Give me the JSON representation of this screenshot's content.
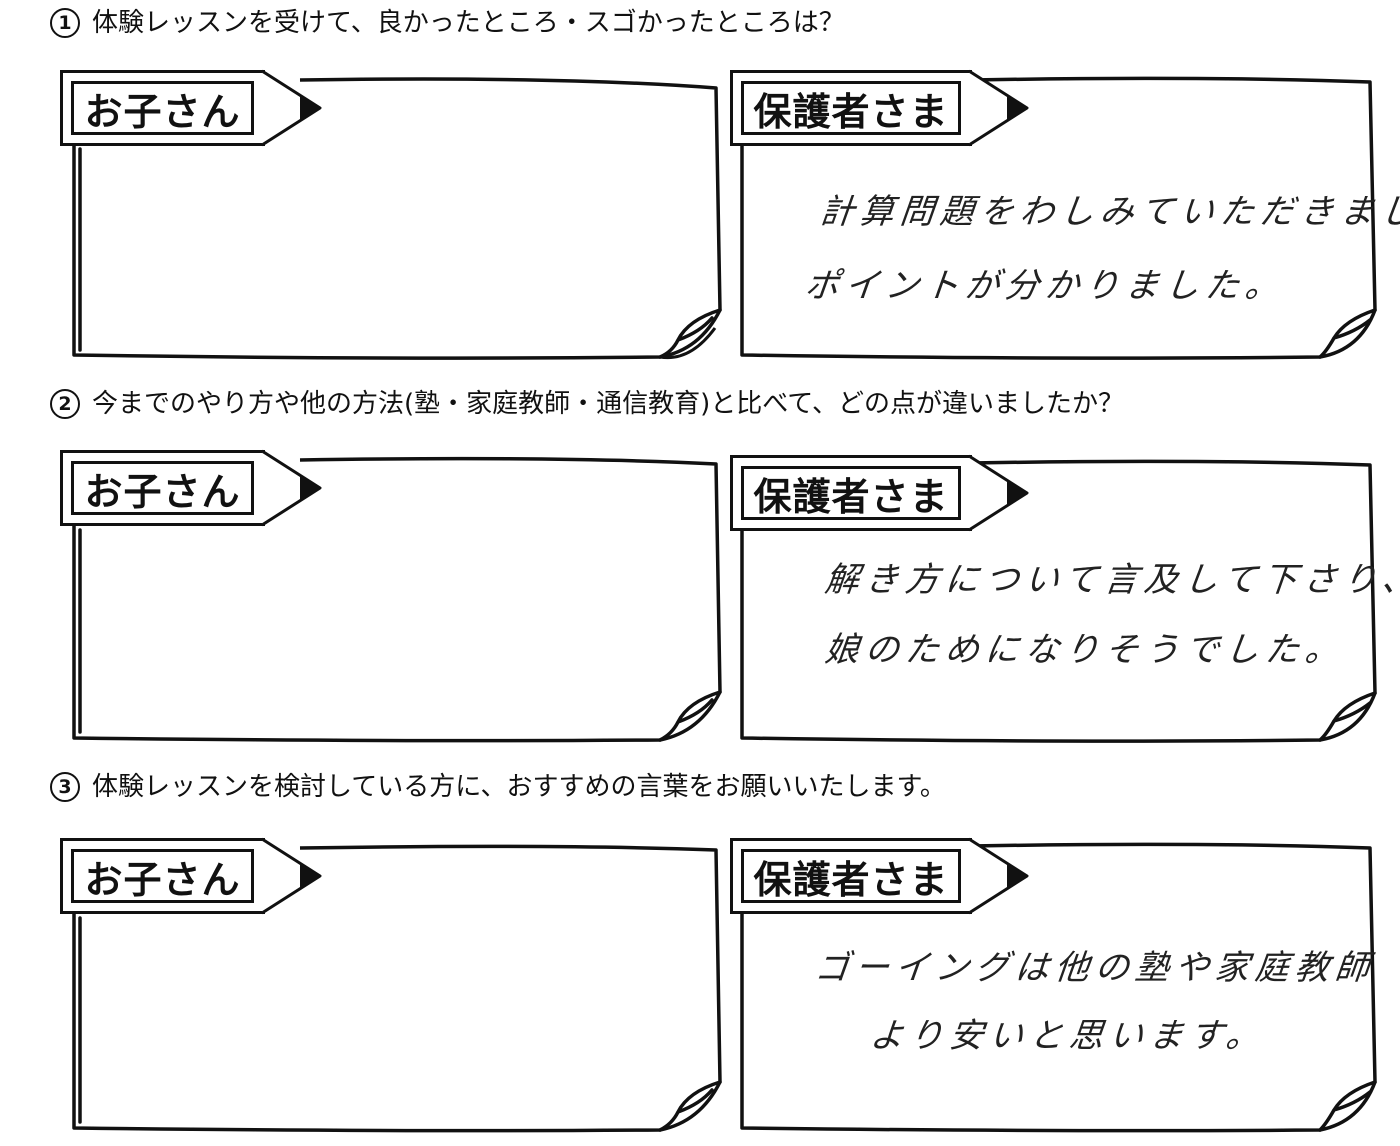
{
  "questions": [
    {
      "number": "1",
      "text": "体験レッスンを受けて、良かったところ・スゴかったところは？",
      "child_label": "お子さん",
      "parent_label": "保護者さま",
      "child_answer": [],
      "parent_answer": [
        "計算問題をわしみていただきました",
        "ポイントが分かりました。"
      ]
    },
    {
      "number": "2",
      "text": "今までのやり方や他の方法(塾・家庭教師・通信教育)と比べて、どの点が違いましたか？",
      "child_label": "お子さん",
      "parent_label": "保護者さま",
      "child_answer": [],
      "parent_answer": [
        "解き方について言及して下さり、",
        "娘のためになりそうでした。"
      ]
    },
    {
      "number": "3",
      "text": "体験レッスンを検討している方に、おすすめの言葉をお願いいたします。",
      "child_label": "お子さん",
      "parent_label": "保護者さま",
      "child_answer": [],
      "parent_answer": [
        "ゴーイングは他の塾や家庭教師",
        "より安いと思います。"
      ]
    }
  ]
}
